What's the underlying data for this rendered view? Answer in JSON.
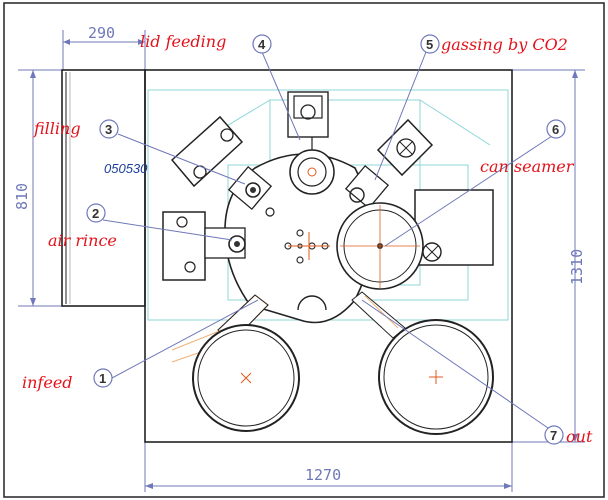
{
  "dimensions": {
    "top_width": "290",
    "left_height": "810",
    "right_height": "1310",
    "bottom_width": "1270"
  },
  "labels": {
    "lid_feeding": "lid feeding",
    "gassing": "gassing by CO2",
    "filling": "filling",
    "can_seamer": "can seamer",
    "air_rince": "air rince",
    "infeed": "infeed",
    "out": "out"
  },
  "numbers": [
    "1",
    "2",
    "3",
    "4",
    "5",
    "6",
    "7"
  ],
  "code": "050530",
  "colors": {
    "frame": "#333333",
    "dimension": "#6f78b8",
    "label": "#e3121b",
    "code": "#1e3f9c",
    "cyan_lines": "#8fd6d6",
    "orange_guides": "#f0b27a"
  }
}
